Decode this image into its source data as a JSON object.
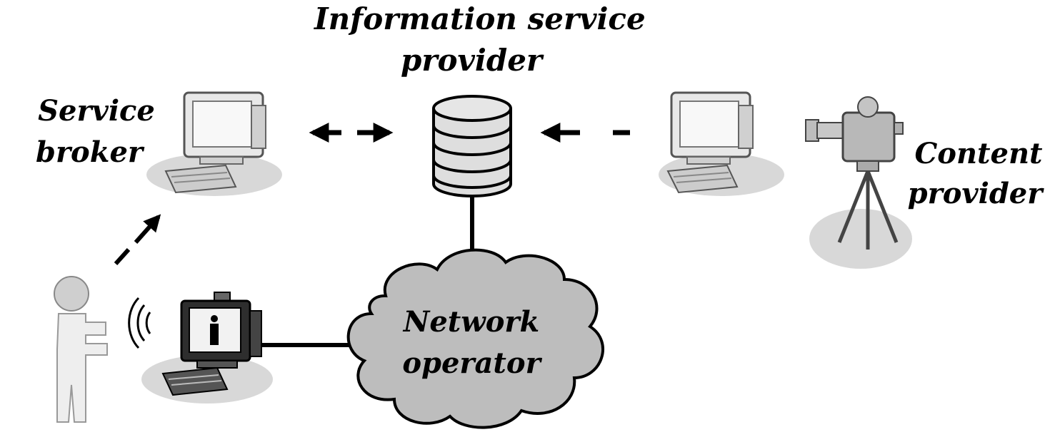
{
  "labels": {
    "isp_line1": "Information service",
    "isp_line2": "provider",
    "broker_line1": "Service",
    "broker_line2": "broker",
    "content_line1": "Content",
    "content_line2": "provider",
    "network_line1": "Network",
    "network_line2": "operator"
  },
  "colors": {
    "cloud_fill": "#bdbdbd",
    "device_fill": "#e4e4e4",
    "shadow": "#d8d8d8",
    "stroke": "#000000"
  },
  "icons": {
    "broker_computer": "desktop-computer-icon",
    "content_computer": "desktop-computer-icon",
    "camera": "video-camera-icon",
    "database": "database-icon",
    "user": "person-icon",
    "user_terminal": "video-terminal-icon",
    "wireless": "wireless-signal-icon",
    "network": "cloud-icon"
  }
}
